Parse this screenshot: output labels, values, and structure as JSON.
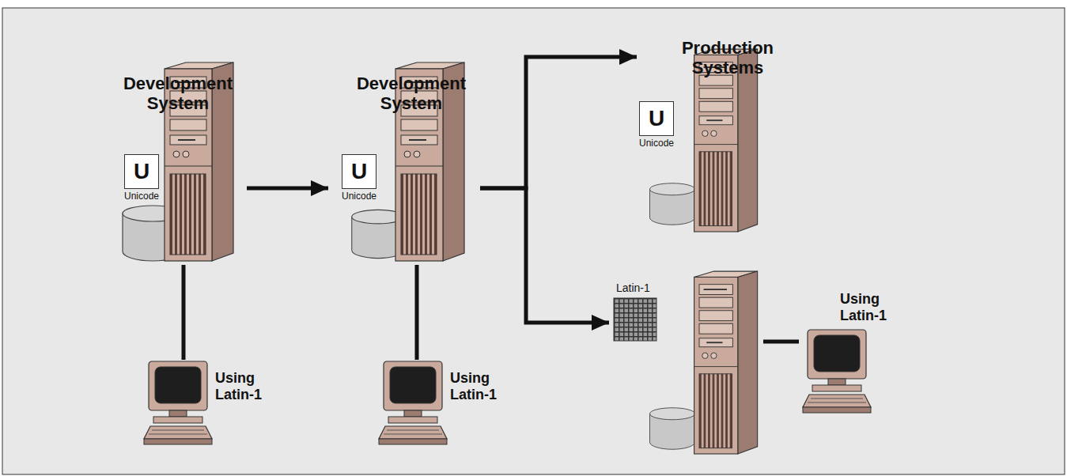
{
  "diagram": {
    "nodes": [
      {
        "text": [
          "Development System",
          "U",
          "Unicode"
        ]
      },
      {
        "text": [
          "Using Latin-1"
        ]
      },
      {
        "text": [
          "Development System",
          "U",
          "Unicode"
        ]
      },
      {
        "text": [
          "Using Latin-1"
        ]
      },
      {
        "text": [
          "Production Systems",
          "U",
          "Unicode"
        ]
      },
      {
        "text": [
          "Latin-1"
        ]
      },
      {
        "text": [
          "Using Latin-1"
        ]
      }
    ],
    "edges": [
      {
        "from": 0,
        "to": 2,
        "arrow": "to"
      },
      {
        "from": 0,
        "to": 1,
        "arrow": "none"
      },
      {
        "from": 2,
        "to": 4,
        "arrow": "to"
      },
      {
        "from": 2,
        "to": 5,
        "arrow": "to"
      },
      {
        "from": 2,
        "to": 3,
        "arrow": "none"
      },
      {
        "from": 5,
        "to": 6,
        "arrow": "none"
      }
    ]
  }
}
